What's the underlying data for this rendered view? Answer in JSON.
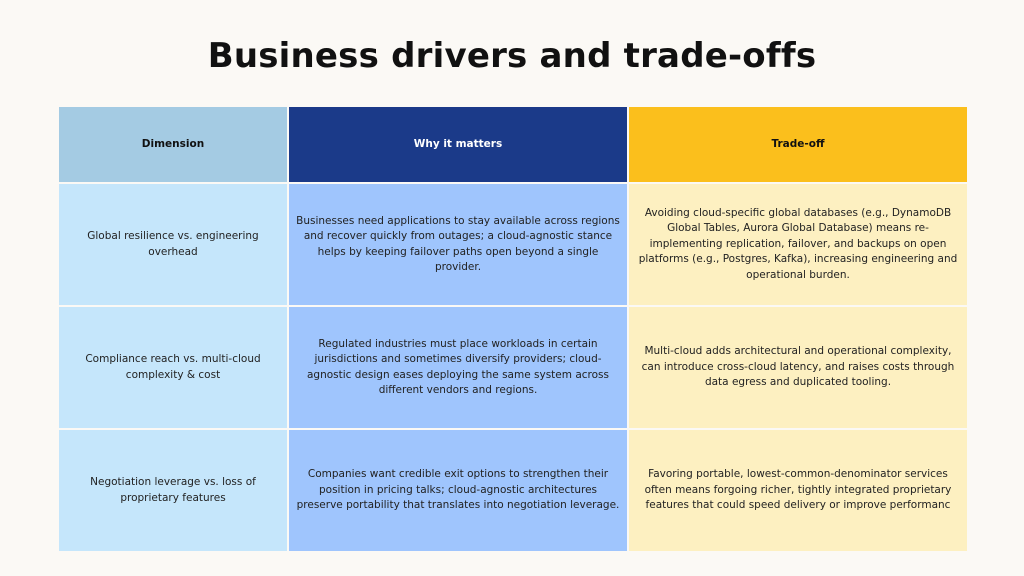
{
  "title": "Business drivers and trade-offs",
  "table": {
    "headers": [
      "Dimension",
      "Why it matters",
      "Trade-off"
    ],
    "rows": [
      [
        "Global resilience vs. engineering overhead",
        "Businesses need applications to stay available across regions and recover quickly from outages; a cloud-agnostic stance helps by keeping failover paths open beyond a single provider.",
        "Avoiding cloud-specific global databases (e.g., DynamoDB Global Tables, Aurora Global Database) means re-implementing replication, failover, and backups on open platforms (e.g., Postgres, Kafka), increasing engineering and operational burden."
      ],
      [
        "Compliance reach vs. multi-cloud complexity & cost",
        "Regulated industries must place workloads in certain jurisdictions and sometimes diversify providers; cloud-agnostic design eases deploying the same system across different vendors and regions.",
        "Multi-cloud adds architectural and operational complexity, can introduce cross-cloud latency, and raises costs through data egress and duplicated tooling."
      ],
      [
        "Negotiation leverage vs. loss of proprietary features",
        "Companies want credible exit options to strengthen their position in pricing talks; cloud-agnostic architectures preserve portability that translates into negotiation leverage.",
        "Favoring portable, lowest-common-denominator services often means forgoing richer, tightly integrated proprietary features that could speed delivery or improve performanc"
      ]
    ]
  },
  "colors": {
    "header_dimension": "#a4cbe3",
    "header_why": "#1b3a89",
    "header_tradeoff": "#fbbf1c"
  }
}
